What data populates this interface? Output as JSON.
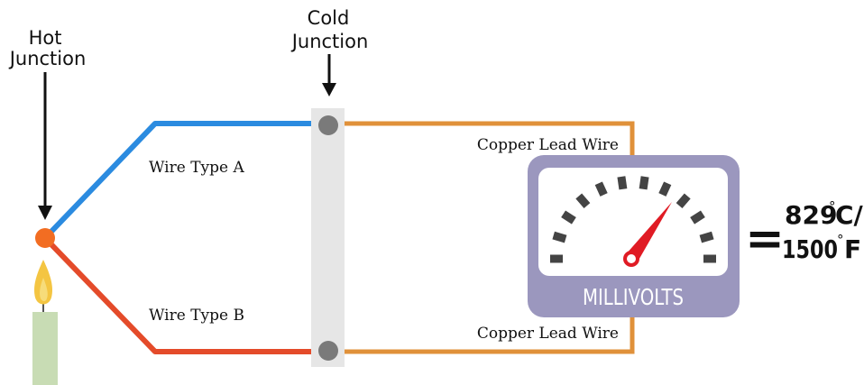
{
  "labels": {
    "hot_junction_line1": "Hot",
    "hot_junction_line2": "Junction",
    "cold_junction_line1": "Cold",
    "cold_junction_line2": "Junction",
    "wire_a": "Wire Type A",
    "wire_b": "Wire Type B",
    "copper_top": "Copper Lead Wire",
    "copper_bottom": "Copper Lead Wire",
    "gauge": "MILLIVOLTS"
  },
  "result": {
    "equals": "=",
    "celsius_value": "829",
    "celsius_unit": "C/",
    "fahrenheit_value": "1500",
    "fahrenheit_unit": "F",
    "degree_symbol": "°"
  },
  "colors": {
    "wire_a": "#2b8be0",
    "wire_b": "#e44b2a",
    "copper": "#e0913a",
    "junction_block": "#e6e6e6",
    "terminal": "#7a7a7a",
    "hot_junction": "#f26d22",
    "gauge_body": "#9b97be",
    "gauge_ticks": "#444444",
    "needle": "#e01b24",
    "candle": "#c8dcb4",
    "flame": "#f4c542"
  },
  "icons": [
    "down-arrow-icon",
    "candle-icon",
    "flame-icon",
    "gauge-needle-icon"
  ]
}
